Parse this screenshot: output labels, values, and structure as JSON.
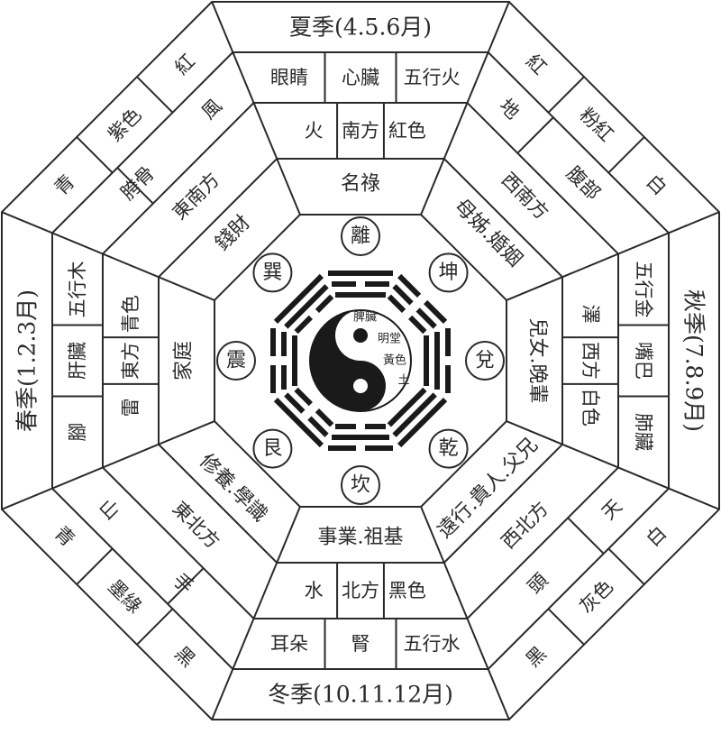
{
  "seasons": {
    "summer": "夏季(4.5.6月)",
    "autumn": "秋季(7.8.9月)",
    "winter": "冬季(10.11.12月)",
    "spring": "春季(1.2.3月)"
  },
  "south": {
    "row1": [
      "眼睛",
      "心臟",
      "五行火"
    ],
    "row2": [
      "火",
      "南方",
      "紅色"
    ],
    "aspect": "名祿",
    "trigram": "離"
  },
  "north": {
    "row1": [
      "水",
      "北方",
      "黑色"
    ],
    "row2": [
      "耳朵",
      "腎",
      "五行水"
    ],
    "aspect": "事業.祖基",
    "trigram": "坎"
  },
  "west": {
    "col1": [
      "五行金",
      "嘴巴",
      "肺臟"
    ],
    "col2": [
      "澤",
      "西方",
      "白色"
    ],
    "aspect": "兒女.晚輩",
    "trigram": "兌"
  },
  "east": {
    "col1": [
      "五行木",
      "肝臟",
      "腳"
    ],
    "col2": [
      "青色",
      "東方",
      "雷"
    ],
    "aspect": "家庭",
    "trigram": "震"
  },
  "southeast": {
    "colors": [
      "紅",
      "紫色",
      "青"
    ],
    "body": "胯骨",
    "element": "風",
    "direction": "東南方",
    "aspect": "錢財",
    "trigram": "巽"
  },
  "southwest": {
    "colors": [
      "紅",
      "粉紅",
      "白"
    ],
    "body": "腹部",
    "element": "地",
    "direction": "西南方",
    "color2": "粉紅",
    "aspect": "母姊.婚姻",
    "trigram": "坤"
  },
  "northwest": {
    "colors": [
      "白",
      "灰色",
      "黑"
    ],
    "body": "頭",
    "element": "天",
    "direction": "西北方",
    "color2": "灰色",
    "aspect": "遠行.貴人.父兄",
    "trigram": "乾"
  },
  "northeast": {
    "colors": [
      "青",
      "墨綠",
      "黑"
    ],
    "body": "手",
    "element": "山",
    "direction": "東北方",
    "aspect": "修養.學識",
    "trigram": "艮"
  },
  "center": [
    "脾臟",
    "明堂",
    "黃色",
    "土"
  ]
}
